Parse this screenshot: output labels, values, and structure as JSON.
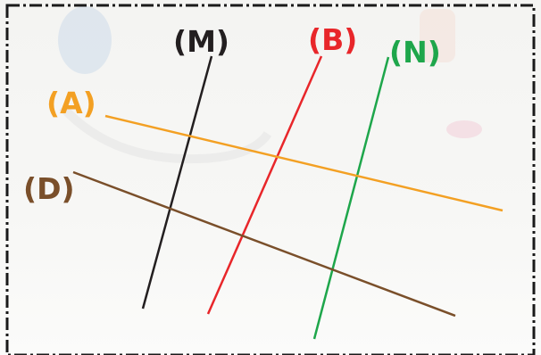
{
  "diagram": {
    "lines": [
      {
        "id": "M",
        "label": "(M)",
        "color": "#231f20"
      },
      {
        "id": "B",
        "label": "(B)",
        "color": "#e8262a"
      },
      {
        "id": "N",
        "label": "(N)",
        "color": "#1ea64b"
      },
      {
        "id": "A",
        "label": "(A)",
        "color": "#f3a023"
      },
      {
        "id": "D",
        "label": "(D)",
        "color": "#7a4f2a"
      }
    ],
    "frame_color": "#1a1a1a"
  }
}
